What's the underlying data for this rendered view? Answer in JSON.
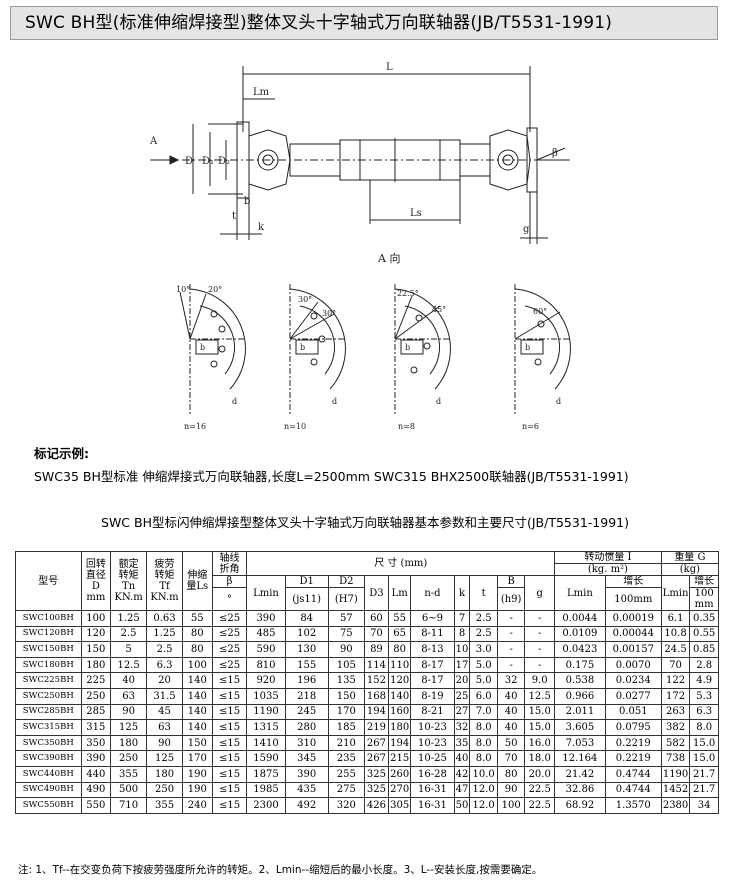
{
  "title": "SWC BH型(标准伸缩焊接型)整体叉头十字轴式万向联轴器(JB/T5531-1991)",
  "drawing": {
    "dim_L": "L",
    "dim_Lm": "Lm",
    "dim_Ls": "Ls",
    "dim_t": "t",
    "dim_k": "k",
    "dim_g": "g",
    "dim_D": "D",
    "dim_D1": "D₁",
    "dim_D2": "D₂",
    "dim_b": "b",
    "dim_beta": "β",
    "arrow_label": "A",
    "view_label": "A 向",
    "views": [
      {
        "angles": [
          "10°",
          "20°"
        ],
        "n": "n=16"
      },
      {
        "angles": [
          "30°",
          "30°"
        ],
        "n": "n=10"
      },
      {
        "angles": [
          "22.5°",
          "45°"
        ],
        "n": "n=8"
      },
      {
        "angles": [
          "60°"
        ],
        "n": "n=6"
      }
    ],
    "view_d": "d",
    "view_b": "b"
  },
  "marking": {
    "heading": "标记示例:",
    "text": "SWC35  BH型标准  伸缩焊接式万向联轴器,长度L=2500mm  SWC315  BHX2500联轴器(JB/T5531-1991)"
  },
  "table_caption": "SWC BH型标闪伸缩焊接型整体叉头十字轴式万向联轴器基本参数和主要尺寸(JB/T5531-1991)",
  "table": {
    "h": {
      "model": "型号",
      "D": [
        "回转",
        "直径",
        "D",
        "mm"
      ],
      "Tn": [
        "额定",
        "转矩",
        "Tn",
        "KN.m"
      ],
      "Tf": [
        "疲劳",
        "转矩",
        "Tf",
        "KN.m"
      ],
      "Ls": [
        "伸缩",
        "量Ls"
      ],
      "beta": [
        "轴线",
        "折角"
      ],
      "beta_sym": "β",
      "beta_unit": "°",
      "dims": "尺 寸 (mm)",
      "Lmin": "Lmin",
      "D1": "D1",
      "D1_tol": "(js11)",
      "D2": "D2",
      "D2_tol": "(H7)",
      "D3": "D3",
      "Lm": "Lm",
      "nd": "n-d",
      "k": "k",
      "t": "t",
      "B": "B",
      "B_tol": "(h9)",
      "g": "g",
      "inertia": "转动惯量 I",
      "inertia_unit": "(kg. m²)",
      "inertia_Lmin": "Lmin",
      "inertia_inc": "增长",
      "inertia_inc_unit": "100mm",
      "weight": "重量 G",
      "weight_unit": "(kg)",
      "weight_Lmin": "Lmin",
      "weight_inc": "增长",
      "weight_inc_unit": "100",
      "weight_inc_unit2": "mm"
    },
    "rows": [
      [
        "SWC100BH",
        "100",
        "1.25",
        "0.63",
        "55",
        "≤25",
        "390",
        "84",
        "57",
        "60",
        "55",
        "6~9",
        "7",
        "2.5",
        "-",
        "-",
        "0.0044",
        "0.00019",
        "6.1",
        "0.35"
      ],
      [
        "SWC120BH",
        "120",
        "2.5",
        "1.25",
        "80",
        "≤25",
        "485",
        "102",
        "75",
        "70",
        "65",
        "8-11",
        "8",
        "2.5",
        "-",
        "-",
        "0.0109",
        "0.00044",
        "10.8",
        "0.55"
      ],
      [
        "SWC150BH",
        "150",
        "5",
        "2.5",
        "80",
        "≤25",
        "590",
        "130",
        "90",
        "89",
        "80",
        "8-13",
        "10",
        "3.0",
        "-",
        "-",
        "0.0423",
        "0.00157",
        "24.5",
        "0.85"
      ],
      [
        "SWC180BH",
        "180",
        "12.5",
        "6.3",
        "100",
        "≤25",
        "810",
        "155",
        "105",
        "114",
        "110",
        "8-17",
        "17",
        "5.0",
        "-",
        "-",
        "0.175",
        "0.0070",
        "70",
        "2.8"
      ],
      [
        "SWC225BH",
        "225",
        "40",
        "20",
        "140",
        "≤15",
        "920",
        "196",
        "135",
        "152",
        "120",
        "8-17",
        "20",
        "5.0",
        "32",
        "9.0",
        "0.538",
        "0.0234",
        "122",
        "4.9"
      ],
      [
        "SWC250BH",
        "250",
        "63",
        "31.5",
        "140",
        "≤15",
        "1035",
        "218",
        "150",
        "168",
        "140",
        "8-19",
        "25",
        "6.0",
        "40",
        "12.5",
        "0.966",
        "0.0277",
        "172",
        "5.3"
      ],
      [
        "SWC285BH",
        "285",
        "90",
        "45",
        "140",
        "≤15",
        "1190",
        "245",
        "170",
        "194",
        "160",
        "8-21",
        "27",
        "7.0",
        "40",
        "15.0",
        "2.011",
        "0.051",
        "263",
        "6.3"
      ],
      [
        "SWC315BH",
        "315",
        "125",
        "63",
        "140",
        "≤15",
        "1315",
        "280",
        "185",
        "219",
        "180",
        "10-23",
        "32",
        "8.0",
        "40",
        "15.0",
        "3.605",
        "0.0795",
        "382",
        "8.0"
      ],
      [
        "SWC350BH",
        "350",
        "180",
        "90",
        "150",
        "≤15",
        "1410",
        "310",
        "210",
        "267",
        "194",
        "10-23",
        "35",
        "8.0",
        "50",
        "16.0",
        "7.053",
        "0.2219",
        "582",
        "15.0"
      ],
      [
        "SWC390BH",
        "390",
        "250",
        "125",
        "170",
        "≤15",
        "1590",
        "345",
        "235",
        "267",
        "215",
        "10-25",
        "40",
        "8.0",
        "70",
        "18.0",
        "12.164",
        "0.2219",
        "738",
        "15.0"
      ],
      [
        "SWC440BH",
        "440",
        "355",
        "180",
        "190",
        "≤15",
        "1875",
        "390",
        "255",
        "325",
        "260",
        "16-28",
        "42",
        "10.0",
        "80",
        "20.0",
        "21.42",
        "0.4744",
        "1190",
        "21.7"
      ],
      [
        "SWC490BH",
        "490",
        "500",
        "250",
        "190",
        "≤15",
        "1985",
        "435",
        "275",
        "325",
        "270",
        "16-31",
        "47",
        "12.0",
        "90",
        "22.5",
        "32.86",
        "0.4744",
        "1452",
        "21.7"
      ],
      [
        "SWC550BH",
        "550",
        "710",
        "355",
        "240",
        "≤15",
        "2300",
        "492",
        "320",
        "426",
        "305",
        "16-31",
        "50",
        "12.0",
        "100",
        "22.5",
        "68.92",
        "1.3570",
        "2380",
        "34"
      ]
    ]
  },
  "note": "注: 1、Tf--在交变负荷下按疲劳强度所允许的转矩。2、Lmin--缩短后的最小长度。3、L--安装长度,按需要确定。"
}
